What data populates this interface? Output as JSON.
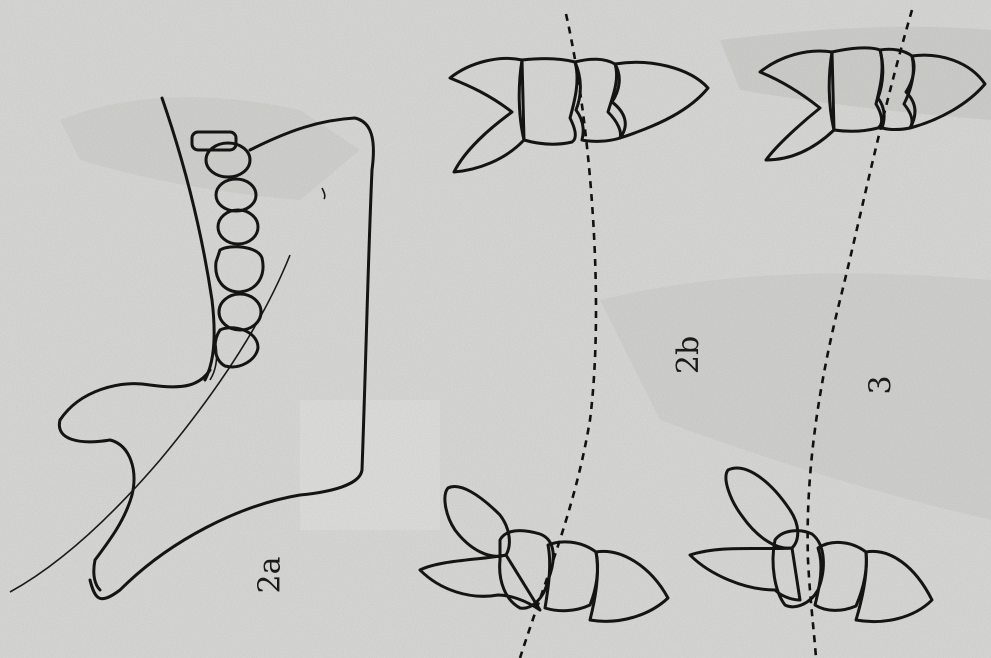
{
  "figure": {
    "labels": {
      "fig_2a": "2a",
      "fig_2b": "2b",
      "fig_3": "3"
    },
    "colors": {
      "paper": "#d9d9d7",
      "ink": "#141414",
      "stain": "#cfcfcc"
    }
  }
}
